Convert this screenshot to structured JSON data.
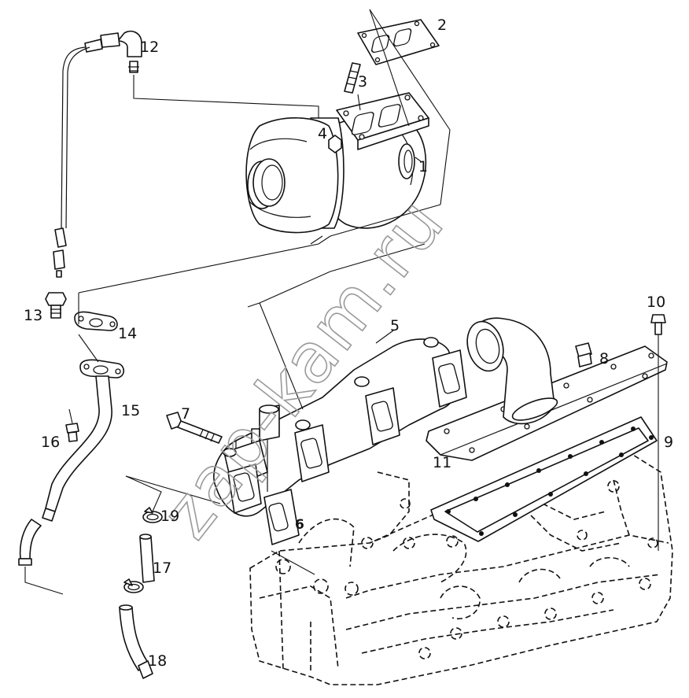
{
  "watermark": "zap-kam.ru",
  "callouts": [
    {
      "id": "1",
      "text": "1"
    },
    {
      "id": "2",
      "text": "2"
    },
    {
      "id": "3",
      "text": "3"
    },
    {
      "id": "4",
      "text": "4"
    },
    {
      "id": "5",
      "text": "5"
    },
    {
      "id": "6",
      "text": "6"
    },
    {
      "id": "7",
      "text": "7"
    },
    {
      "id": "8",
      "text": "8"
    },
    {
      "id": "9",
      "text": "9"
    },
    {
      "id": "10",
      "text": "10"
    },
    {
      "id": "11",
      "text": "11"
    },
    {
      "id": "12",
      "text": "12"
    },
    {
      "id": "13",
      "text": "13"
    },
    {
      "id": "14",
      "text": "14"
    },
    {
      "id": "15",
      "text": "15"
    },
    {
      "id": "16",
      "text": "16"
    },
    {
      "id": "17",
      "text": "17"
    },
    {
      "id": "18",
      "text": "18"
    },
    {
      "id": "19",
      "text": "19"
    }
  ]
}
